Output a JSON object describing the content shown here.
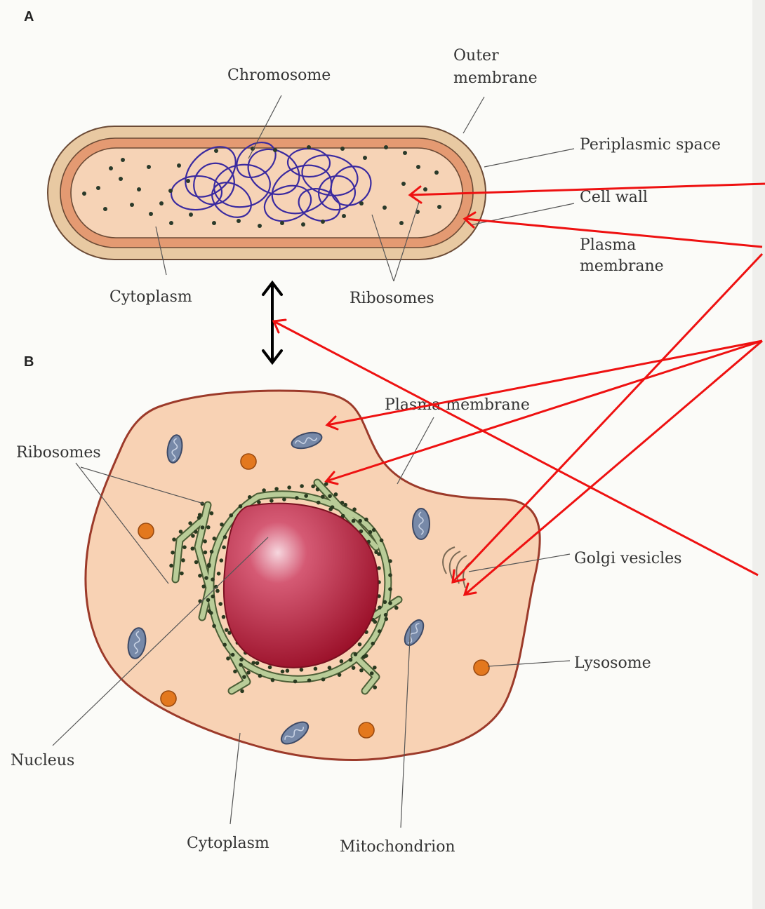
{
  "panel_a": {
    "letter": "A",
    "labels": {
      "chromosome": "Chromosome",
      "outer_membrane_line1": "Outer",
      "outer_membrane_line2": "membrane",
      "periplasmic_space": "Periplasmic space",
      "cell_wall": "Cell wall",
      "plasma_membrane_line1": "Plasma",
      "plasma_membrane_line2": "membrane",
      "cytoplasm": "Cytoplasm",
      "ribosomes": "Ribosomes"
    }
  },
  "panel_b": {
    "letter": "B",
    "labels": {
      "plasma_membrane": "Plasma membrane",
      "ribosomes": "Ribosomes",
      "golgi_vesicles": "Golgi vesicles",
      "lysosome": "Lysosome",
      "nucleus": "Nucleus",
      "cytoplasm": "Cytoplasm",
      "mitochondrion": "Mitochondrion"
    }
  },
  "colors": {
    "prokaryote_outer": "#e8c9a2",
    "prokaryote_wall": "#e49a72",
    "prokaryote_inner": "#f6d3b6",
    "chromosome": "#3a2aa0",
    "eukaryote_cytoplasm": "#f8d2b4",
    "eukaryote_membrane": "#9c3a2a",
    "nucleus": "#b8203a",
    "er": "#b9cc98",
    "mitochondrion": "#7789a8",
    "lysosome": "#e3781e",
    "annotation_arrow": "#ee1111"
  }
}
